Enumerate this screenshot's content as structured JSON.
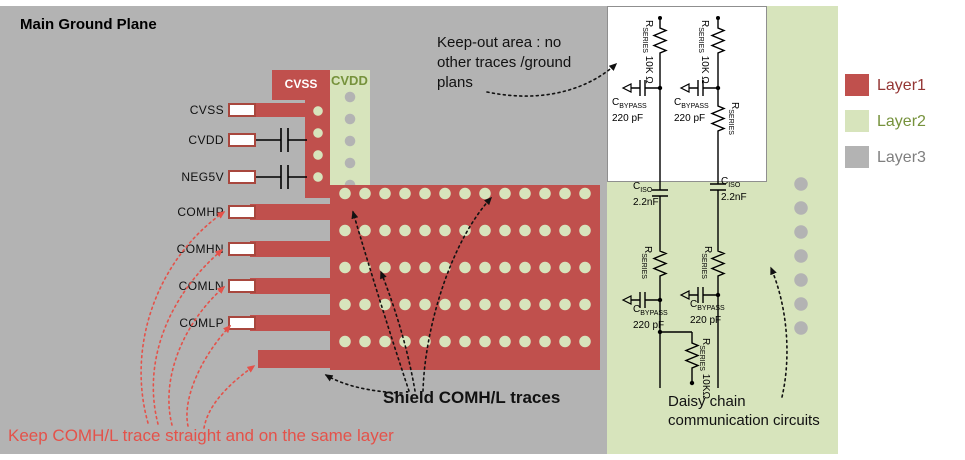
{
  "title": "Main Ground Plane",
  "pins": [
    {
      "label": "CVSS"
    },
    {
      "label": "CVDD"
    },
    {
      "label": "NEG5V"
    },
    {
      "label": "COMHP"
    },
    {
      "label": "COMHN"
    },
    {
      "label": "COMLN"
    },
    {
      "label": "COMLP"
    }
  ],
  "blocks": {
    "cvss": "CVSS",
    "cvdd": "CVDD"
  },
  "annotations": {
    "keepout_lines": [
      "Keep-out area : no",
      "other traces /ground",
      "plans"
    ],
    "shield": "Shield COMH/L traces",
    "daisy_lines": [
      "Daisy chain",
      "communication circuits"
    ],
    "keep_straight": "Keep COMH/L trace straight and on the same layer"
  },
  "legend": [
    {
      "label": "Layer1",
      "color": "#c0504d"
    },
    {
      "label": "Layer2",
      "color": "#d7e4bc"
    },
    {
      "label": "Layer3",
      "color": "#b3b3b3"
    }
  ],
  "schematic": {
    "r_top": {
      "sym": "R",
      "sub": "SERIES",
      "val": "10K Ω"
    },
    "c_bypass": {
      "sym": "C",
      "sub": "BYPASS",
      "val": "220 pF"
    },
    "c_iso": {
      "sym": "C",
      "sub": "ISO",
      "val": "2.2nF"
    },
    "r_series": {
      "sym": "R",
      "sub": "SERIES",
      "val": ""
    },
    "r_bottom": {
      "sym": "R",
      "sub": "SERIES",
      "val": "10KΩ"
    }
  },
  "colors": {
    "layer1": "#c0504d",
    "layer2": "#d7e4bc",
    "layer3": "#b3b3b3",
    "annotation_red": "#e4524a"
  }
}
